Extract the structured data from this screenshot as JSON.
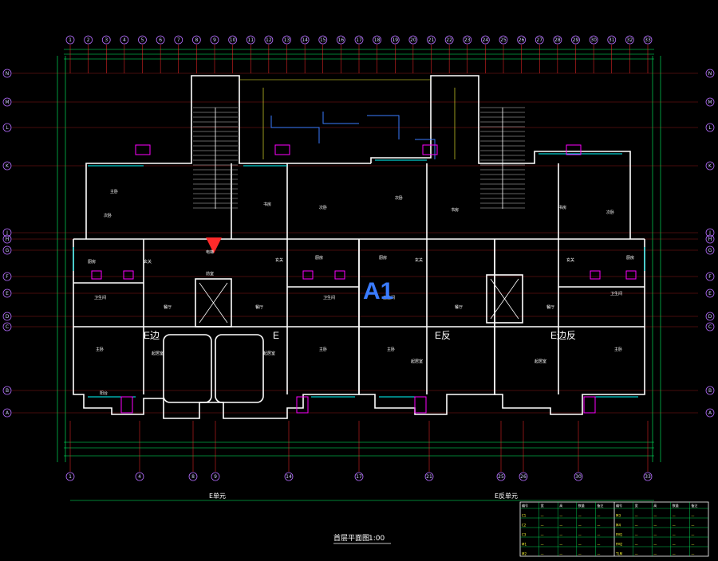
{
  "drawing": {
    "title": "首层平面图",
    "scale": "1:00",
    "big_mark": "A1",
    "colors": {
      "background": "#000000",
      "wall": "#ffffff",
      "axis": "#ff2a2a",
      "dimension": "#00ff66",
      "bubble": "#b46cff",
      "window": "#00ffff",
      "stair": "#c8c8c8",
      "hatch": "#ff00ff",
      "yellow": "#ffff33"
    }
  },
  "axes": {
    "top": [
      "1",
      "2",
      "3",
      "4",
      "5",
      "6",
      "7",
      "8",
      "9",
      "10",
      "11",
      "12",
      "13",
      "14",
      "15",
      "16",
      "17",
      "18",
      "19",
      "20",
      "21",
      "22",
      "23",
      "24",
      "25",
      "26",
      "27",
      "28",
      "29",
      "30",
      "31",
      "32",
      "33"
    ],
    "bottom": [
      "1",
      "4",
      "8",
      "9",
      "14",
      "17",
      "21",
      "25",
      "26",
      "30",
      "33"
    ],
    "left": [
      "N",
      "M",
      "L",
      "K",
      "J",
      "H",
      "G",
      "F",
      "E",
      "D",
      "C",
      "B",
      "A"
    ],
    "right": [
      "N",
      "M",
      "L",
      "K",
      "J",
      "H",
      "G",
      "F",
      "E",
      "D",
      "C",
      "B",
      "A"
    ]
  },
  "units": [
    {
      "label": "E边"
    },
    {
      "label": "E"
    },
    {
      "label": "E反"
    },
    {
      "label": "E边反"
    }
  ],
  "bottom_labels": [
    "E单元",
    "E反单元"
  ],
  "rooms": [
    {
      "name": "主卧"
    },
    {
      "name": "次卧"
    },
    {
      "name": "起居室"
    },
    {
      "name": "厨房"
    },
    {
      "name": "卫生间"
    },
    {
      "name": "餐厅"
    },
    {
      "name": "玄关"
    },
    {
      "name": "电梯"
    },
    {
      "name": "前室"
    },
    {
      "name": "书房"
    },
    {
      "name": "阳台"
    }
  ],
  "table": {
    "headers": [
      "编号",
      "宽",
      "高",
      "数量",
      "备注"
    ],
    "rows": [
      [
        "C1",
        "—",
        "—",
        "—",
        "—"
      ],
      [
        "C2",
        "—",
        "—",
        "—",
        "—"
      ],
      [
        "C3",
        "—",
        "—",
        "—",
        "—"
      ],
      [
        "M1",
        "—",
        "—",
        "—",
        "—"
      ],
      [
        "M2",
        "—",
        "—",
        "—",
        "—"
      ],
      [
        "M3",
        "—",
        "—",
        "—",
        "—"
      ],
      [
        "M4",
        "—",
        "—",
        "—",
        "—"
      ],
      [
        "FM1",
        "—",
        "—",
        "—",
        "—"
      ],
      [
        "FM2",
        "—",
        "—",
        "—",
        "—"
      ],
      [
        "TLM",
        "—",
        "—",
        "—",
        "—"
      ]
    ]
  }
}
